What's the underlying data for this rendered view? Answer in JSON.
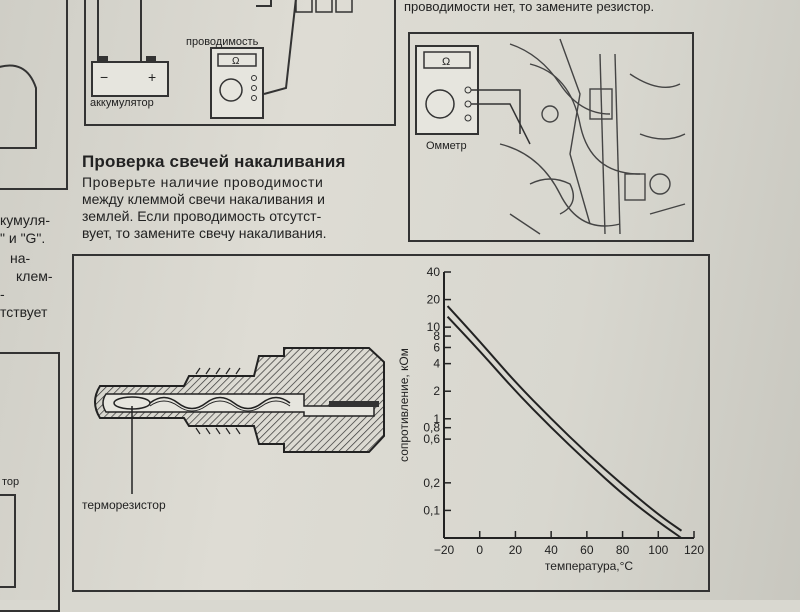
{
  "top_right_note": "проводимости нет, то замените резистор.",
  "top_left_diagram": {
    "conductivity_label": "проводимость",
    "battery_label": "аккумулятор",
    "battery_minus": "−",
    "battery_plus": "+",
    "meter_symbol": "Ω"
  },
  "left_margin_lines": [
    "кумуля-",
    "\" и \"G\".",
    "на-",
    "клем-",
    "-",
    "тствует"
  ],
  "left_margin_lower": "тор",
  "section": {
    "title": "Проверка свечей накаливания",
    "body": [
      "Проверьте наличие проводимости",
      "между клеммой свечи накаливания и",
      "землей. Если проводимость отсутст-",
      "вует, то замените свечу накаливания."
    ]
  },
  "ohmmeter_diagram": {
    "label": "Омметр",
    "meter_symbol": "Ω"
  },
  "sensor_diagram": {
    "label": "терморезистор"
  },
  "chart_data": {
    "type": "line",
    "xlabel": "температура,°C",
    "ylabel": "сопротивление, кОм",
    "x_ticks": [
      -20,
      0,
      20,
      40,
      60,
      80,
      100,
      120
    ],
    "x_tick_labels": [
      "−20",
      "0",
      "20",
      "40",
      "60",
      "80",
      "100",
      "120"
    ],
    "y_ticks": [
      40,
      20,
      10,
      8,
      6,
      4,
      2,
      1,
      0.8,
      0.6,
      0.2,
      0.1
    ],
    "y_tick_labels": [
      "40",
      "20",
      "10",
      "8",
      "6",
      "4",
      "2",
      "1",
      "0,8",
      "0,6",
      "0,2",
      "0,1"
    ],
    "y_scale": "log",
    "xlim": [
      -20,
      120
    ],
    "ylim": [
      0.05,
      40
    ],
    "series": [
      {
        "x": [
          -18,
          0,
          20,
          40,
          60,
          80,
          100,
          113
        ],
        "y": [
          17,
          7,
          2.5,
          1.0,
          0.42,
          0.19,
          0.09,
          0.06
        ]
      },
      {
        "x": [
          -18,
          0,
          20,
          40,
          60,
          80,
          100,
          113
        ],
        "y": [
          13,
          5.5,
          2.0,
          0.8,
          0.34,
          0.15,
          0.075,
          0.05
        ]
      }
    ]
  }
}
